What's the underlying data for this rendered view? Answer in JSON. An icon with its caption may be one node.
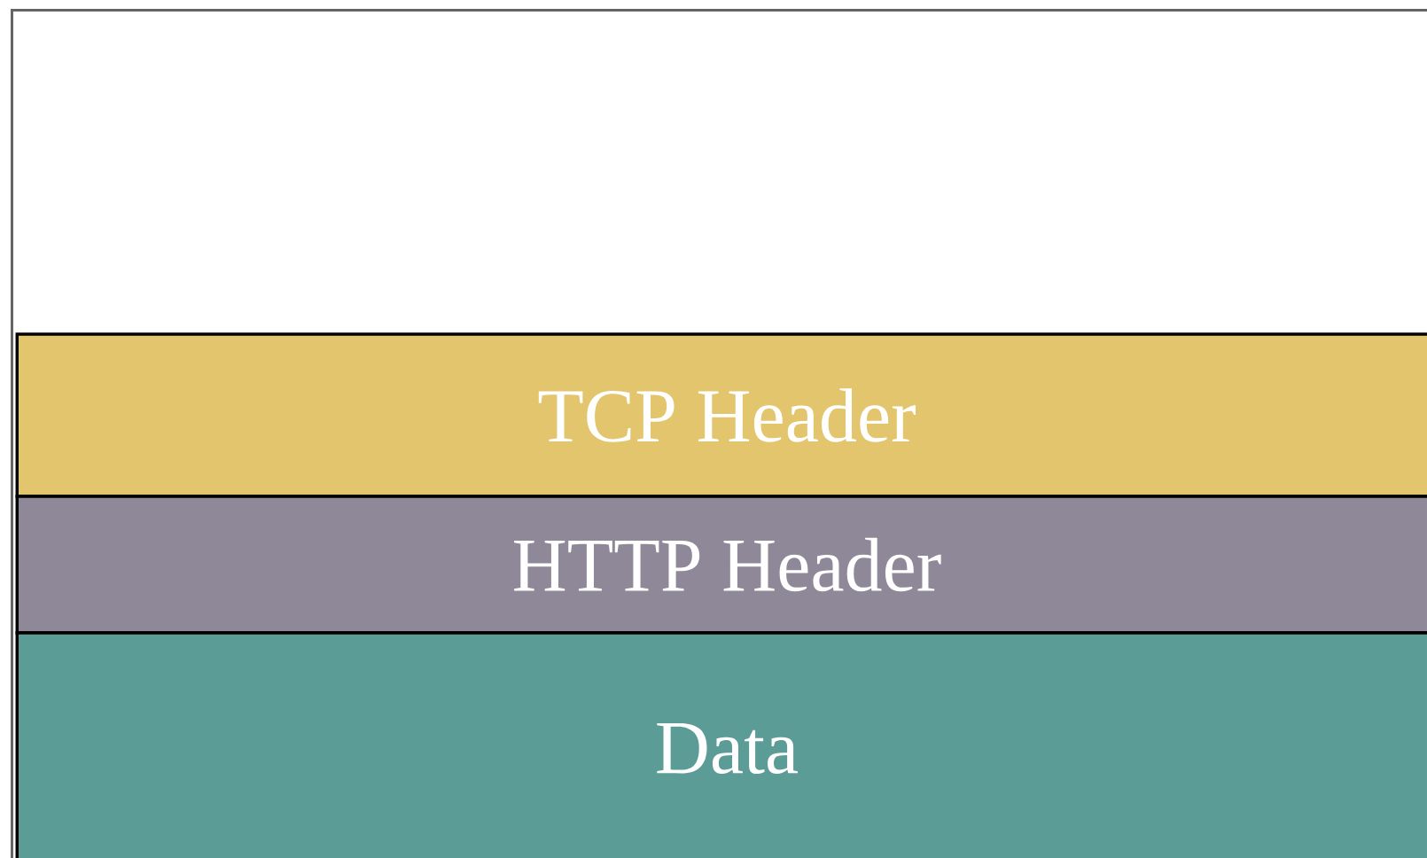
{
  "diagram": {
    "nodes": [
      {
        "text": [
          "TCP Header"
        ]
      },
      {
        "text": [
          "HTTP Header"
        ]
      },
      {
        "text": [
          "Data"
        ]
      }
    ]
  }
}
